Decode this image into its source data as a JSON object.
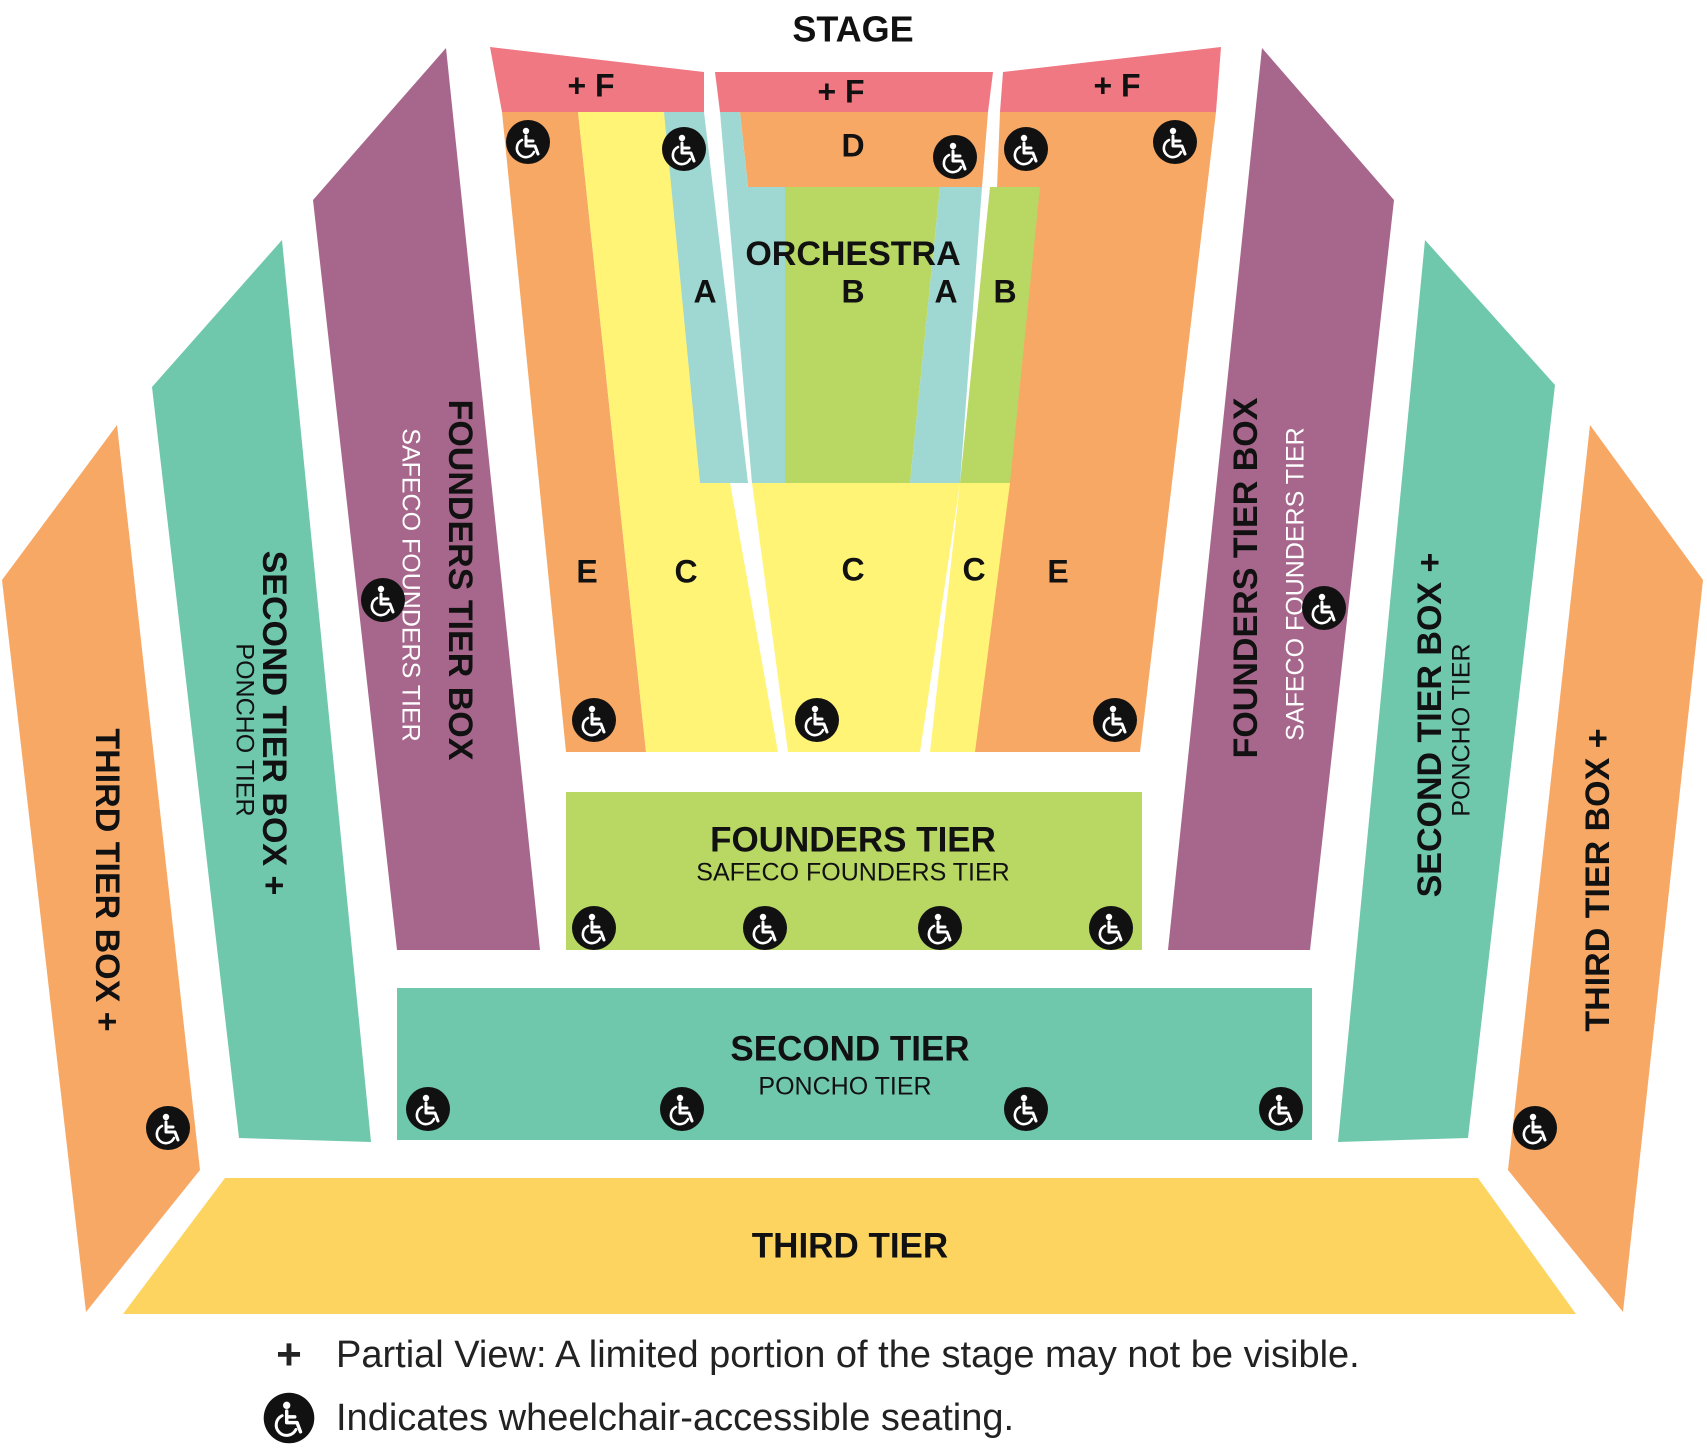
{
  "map": {
    "stage_label": "STAGE",
    "colors": {
      "pink": "#F07882",
      "orange": "#F7A865",
      "yellow": "#FFF476",
      "light_blue": "#9FD8D2",
      "lime": "#B8D863",
      "purple": "#A7678C",
      "teal": "#6FC8AC",
      "gold": "#FCD45F",
      "icon": "#111111"
    },
    "sections": {
      "f_left": "+ F",
      "f_center": "+ F",
      "f_right": "+ F",
      "d": "D",
      "orchestra": "ORCHESTRA",
      "a_left": "A",
      "b_center": "B",
      "a_right": "A",
      "b_right": "B",
      "e_left": "E",
      "c_left": "C",
      "c_center": "C",
      "c_right": "C",
      "e_right": "E",
      "founders_tier_box_left": "FOUNDERS TIER BOX",
      "founders_tier_box_left_sub": "SAFECO FOUNDERS TIER",
      "founders_tier_box_right": "FOUNDERS TIER BOX",
      "founders_tier_box_right_sub": "SAFECO FOUNDERS TIER",
      "second_tier_box_left": "SECOND TIER BOX +",
      "second_tier_box_left_sub": "PONCHO TIER",
      "second_tier_box_right": "SECOND TIER BOX +",
      "second_tier_box_right_sub": "PONCHO TIER",
      "third_tier_box_left": "THIRD TIER BOX +",
      "third_tier_box_right": "THIRD TIER BOX +",
      "founders_tier": "FOUNDERS TIER",
      "founders_tier_sub": "SAFECO FOUNDERS TIER",
      "second_tier": "SECOND TIER",
      "second_tier_sub": "PONCHO TIER",
      "third_tier": "THIRD TIER"
    },
    "wheelchair_icon": "wheelchair-icon"
  },
  "legend": {
    "plus_symbol": "+",
    "partial_view": "Partial View: A limited portion of the stage may not be visible.",
    "wheelchair": "Indicates wheelchair-accessible seating."
  }
}
